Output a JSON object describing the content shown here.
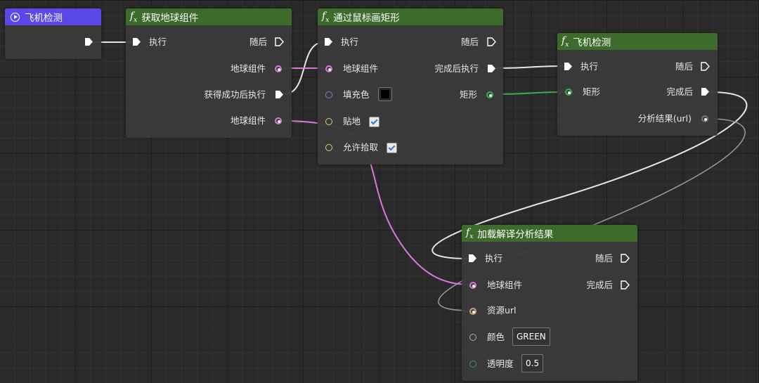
{
  "nodes": {
    "event": {
      "title": "飞机检测"
    },
    "get_globe": {
      "title": "获取地球组件",
      "exec_in": "执行",
      "then": "随后",
      "globe_out": "地球组件",
      "on_success": "获得成功后执行",
      "globe_out2": "地球组件"
    },
    "draw_rect": {
      "title": "通过鼠标画矩形",
      "exec_in": "执行",
      "then": "随后",
      "globe_in": "地球组件",
      "fill_color": "填充色",
      "done_exec": "完成后执行",
      "clamp": "贴地",
      "rect_out": "矩形",
      "allow_pick": "允许拾取"
    },
    "detect": {
      "title": "飞机检测",
      "exec_in": "执行",
      "then": "随后",
      "rect_in": "矩形",
      "done": "完成后",
      "result": "分析结果(url)"
    },
    "load_result": {
      "title": "加载解译分析结果",
      "exec_in": "执行",
      "then": "随后",
      "globe_in": "地球组件",
      "done": "完成后",
      "source": "资源url",
      "color": "颜色",
      "color_value": "GREEN",
      "opacity": "透明度",
      "opacity_value": "0.5"
    }
  },
  "colors": {
    "header_function": "#3d6b2c",
    "header_event": "#5b48e8",
    "pin_globe": "#d77ad8",
    "pin_rect": "#36b14a",
    "pin_color": "#7b7bd9",
    "pin_bool": "#d6cf6d",
    "pin_url": "#c9a27a",
    "pin_number": "#2f9a4c",
    "wire_exec": "#e6e6e6",
    "wire_url": "#9a9a9a"
  },
  "icons": [
    "function-icon",
    "event-play-icon",
    "exec-pin-icon",
    "data-pin-icon",
    "checkmark-icon"
  ]
}
